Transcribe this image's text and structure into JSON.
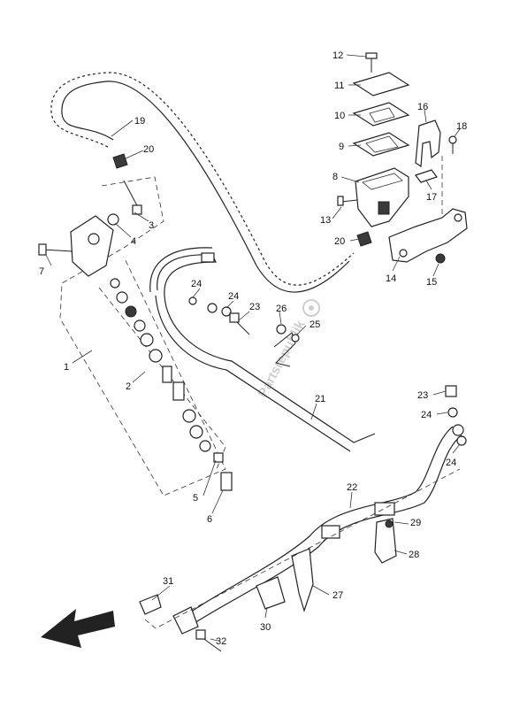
{
  "watermark": "Partsrepublik",
  "callouts": [
    {
      "id": "c1",
      "label": "1"
    },
    {
      "id": "c2",
      "label": "2"
    },
    {
      "id": "c3",
      "label": "3"
    },
    {
      "id": "c4",
      "label": "4"
    },
    {
      "id": "c5",
      "label": "5"
    },
    {
      "id": "c6",
      "label": "6"
    },
    {
      "id": "c7",
      "label": "7"
    },
    {
      "id": "c8",
      "label": "8"
    },
    {
      "id": "c9",
      "label": "9"
    },
    {
      "id": "c10",
      "label": "10"
    },
    {
      "id": "c11",
      "label": "11"
    },
    {
      "id": "c12",
      "label": "12"
    },
    {
      "id": "c13",
      "label": "13"
    },
    {
      "id": "c14",
      "label": "14"
    },
    {
      "id": "c15",
      "label": "15"
    },
    {
      "id": "c16",
      "label": "16"
    },
    {
      "id": "c17",
      "label": "17"
    },
    {
      "id": "c18",
      "label": "18"
    },
    {
      "id": "c19",
      "label": "19"
    },
    {
      "id": "c20a",
      "label": "20"
    },
    {
      "id": "c20b",
      "label": "20"
    },
    {
      "id": "c21",
      "label": "21"
    },
    {
      "id": "c22",
      "label": "22"
    },
    {
      "id": "c23a",
      "label": "23"
    },
    {
      "id": "c23b",
      "label": "23"
    },
    {
      "id": "c24a",
      "label": "24"
    },
    {
      "id": "c24b",
      "label": "24"
    },
    {
      "id": "c24c",
      "label": "24"
    },
    {
      "id": "c24d",
      "label": "24"
    },
    {
      "id": "c25",
      "label": "25"
    },
    {
      "id": "c26",
      "label": "26"
    },
    {
      "id": "c27",
      "label": "27"
    },
    {
      "id": "c28",
      "label": "28"
    },
    {
      "id": "c29",
      "label": "29"
    },
    {
      "id": "c30",
      "label": "30"
    },
    {
      "id": "c31",
      "label": "31"
    },
    {
      "id": "c32",
      "label": "32"
    }
  ]
}
